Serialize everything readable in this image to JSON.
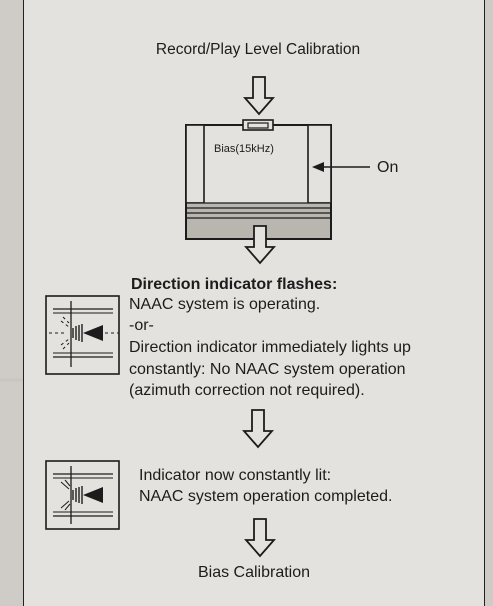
{
  "steps": {
    "record_play": "Record/Play Level Calibration",
    "bias_freq": "Bias(15kHz)",
    "on_label": "On",
    "direction_heading": "Direction indicator flashes:",
    "naac_operating": "NAAC system is operating.",
    "or_text": "-or-",
    "direction_lights_1": "Direction indicator immediately lights up",
    "direction_lights_2": "constantly: No NAAC system operation",
    "direction_lights_3": "(azimuth correction not required).",
    "indicator_lit_1": "Indicator now constantly lit:",
    "indicator_lit_2": "NAAC system operation completed.",
    "bias_calibration": "Bias Calibration"
  },
  "icons": [
    "down-arrow-icon",
    "left-arrow-icon",
    "tape-head-flashing-icon",
    "tape-head-lit-icon"
  ],
  "colors": {
    "panel": "#e4e2de",
    "background": "#cfccc7",
    "ink": "#1c1c1c"
  }
}
